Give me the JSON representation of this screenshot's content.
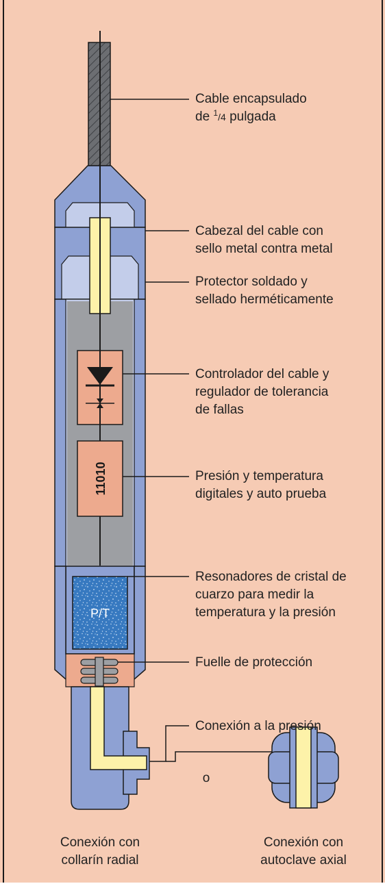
{
  "colors": {
    "background": "#F6CBB4",
    "frame": "#1A1A1A",
    "housing_blue": "#8EA1D3",
    "housing_blue_light": "#C3CDEA",
    "inner_gray": "#9D9FA3",
    "component_salmon": "#EDAA8E",
    "conductor_yellow": "#FDF2A9",
    "crystal_blue": "#3779C0",
    "cable_gray": "#6C6E72",
    "line": "#1A1A1A"
  },
  "labels": {
    "cable_line1": "Cable encapsulado",
    "cable_line2_prefix": "de ",
    "cable_line2_num": "1",
    "cable_line2_frac": "/4",
    "cable_line2_suffix": " pulgada",
    "head_line1": "Cabezal del cable con",
    "head_line2": "sello metal contra metal",
    "protector_line1": "Protector soldado y",
    "protector_line2": "sellado herméticamente",
    "controller_line1": "Controlador del cable y",
    "controller_line2": "regulador de tolerancia",
    "controller_line3": "de fallas",
    "digital_line1": "Presión y temperatura",
    "digital_line2": "digitales y auto prueba",
    "resonator_line1": "Resonadores de cristal de",
    "resonator_line2": "cuarzo para medir la",
    "resonator_line3": "temperatura y la presión",
    "bellows": "Fuelle de protección",
    "pressure_connection": "Conexión a la presión",
    "or": "o",
    "radial_line1": "Conexión con",
    "radial_line2": "collarín radial",
    "axial_line1": "Conexión con",
    "axial_line2": "autoclave axial",
    "chip_code": "11010",
    "sensor_text": "P/T"
  }
}
